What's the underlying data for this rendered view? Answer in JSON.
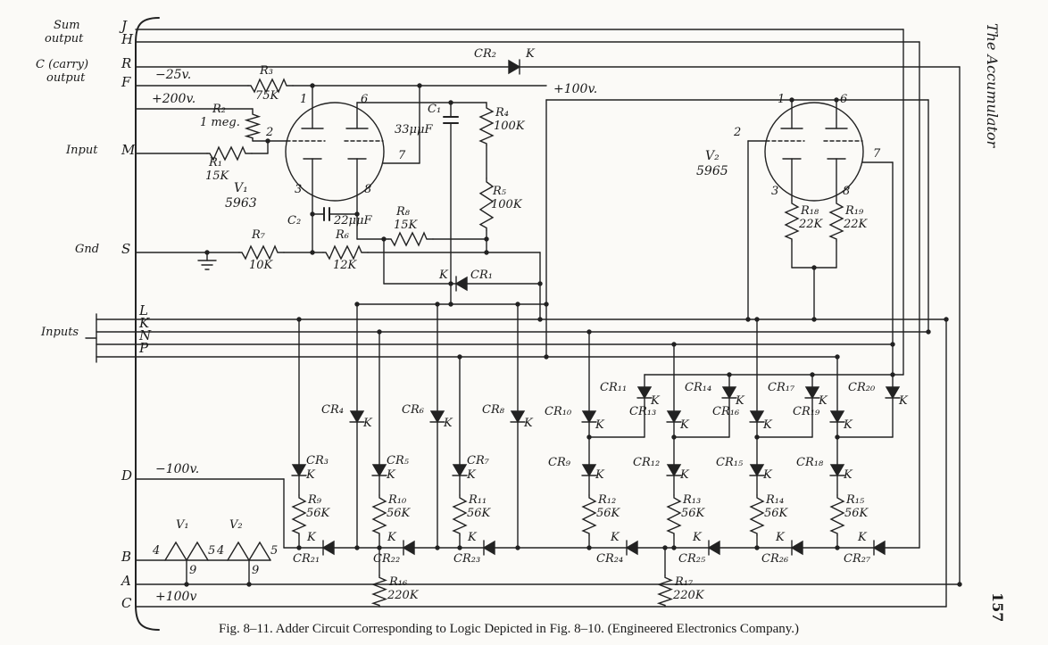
{
  "figure": {
    "caption": "Fig. 8–11.  Adder Circuit Corresponding to Logic Depicted in Fig. 8–10.  (Engineered Electronics Company.)",
    "margin_title": "The Accumulator",
    "page_number": "157"
  },
  "io": {
    "sum1": "Sum",
    "sum2": "output",
    "carry1": "C (carry)",
    "carry2": "output",
    "input": "Input",
    "gnd": "Gnd",
    "inputs": "Inputs"
  },
  "terminals": {
    "J": "J",
    "H": "H",
    "R": "R",
    "F": "F",
    "M": "M",
    "S": "S",
    "L": "L",
    "K": "K",
    "N": "N",
    "P": "P",
    "D": "D",
    "B": "B",
    "A": "A",
    "C": "C"
  },
  "supplies": {
    "m25": "−25v.",
    "p200": "+200v.",
    "p100": "+100v.",
    "m100": "−100v.",
    "p100b": "+100v"
  },
  "tubes": {
    "v1": {
      "name": "V₁",
      "type": "5963"
    },
    "v2": {
      "name": "V₂",
      "type": "5965"
    },
    "pins": {
      "p1": "1",
      "p2": "2",
      "p3": "3",
      "p4": "4",
      "p5": "5",
      "p6": "6",
      "p7": "7",
      "p8": "8",
      "p9": "9"
    }
  },
  "resistors": {
    "r1": {
      "name": "R₁",
      "value": "15K"
    },
    "r2": {
      "name": "R₂",
      "value": "1 meg."
    },
    "r3": {
      "name": "R₃",
      "value": "75K"
    },
    "r4": {
      "name": "R₄",
      "value": "100K"
    },
    "r5": {
      "name": "R₅",
      "value": "100K"
    },
    "r6": {
      "name": "R₆",
      "value": "12K"
    },
    "r7": {
      "name": "R₇",
      "value": "10K"
    },
    "r8": {
      "name": "R₈",
      "value": "15K"
    },
    "r9": {
      "name": "R₉",
      "value": "56K"
    },
    "r10": {
      "name": "R₁₀",
      "value": "56K"
    },
    "r11": {
      "name": "R₁₁",
      "value": "56K"
    },
    "r12": {
      "name": "R₁₂",
      "value": "56K"
    },
    "r13": {
      "name": "R₁₃",
      "value": "56K"
    },
    "r14": {
      "name": "R₁₄",
      "value": "56K"
    },
    "r15": {
      "name": "R₁₅",
      "value": "56K"
    },
    "r16": {
      "name": "R₁₆",
      "value": "220K"
    },
    "r17": {
      "name": "R₁₇",
      "value": "220K"
    },
    "r18": {
      "name": "R₁₈",
      "value": "22K"
    },
    "r19": {
      "name": "R₁₉",
      "value": "22K"
    }
  },
  "capacitors": {
    "c1": {
      "name": "C₁",
      "value": "33μμF"
    },
    "c2": {
      "name": "C₂",
      "value": "22μμF"
    }
  },
  "diodes": {
    "k": "K",
    "cr1": "CR₁",
    "cr2": "CR₂",
    "cr3": "CR₃",
    "cr4": "CR₄",
    "cr5": "CR₅",
    "cr6": "CR₆",
    "cr7": "CR₇",
    "cr8": "CR₈",
    "cr9": "CR₉",
    "cr10": "CR₁₀",
    "cr11": "CR₁₁",
    "cr12": "CR₁₂",
    "cr13": "CR₁₃",
    "cr14": "CR₁₄",
    "cr15": "CR₁₅",
    "cr16": "CR₁₆",
    "cr17": "CR₁₇",
    "cr18": "CR₁₈",
    "cr19": "CR₁₉",
    "cr20": "CR₂₀",
    "cr21": "CR₂₁",
    "cr22": "CR₂₂",
    "cr23": "CR₂₃",
    "cr24": "CR₂₄",
    "cr25": "CR₂₅",
    "cr26": "CR₂₆",
    "cr27": "CR₂₇"
  }
}
